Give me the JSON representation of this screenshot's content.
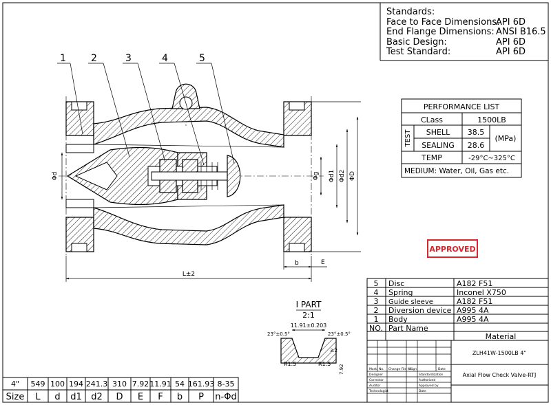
{
  "standards": {
    "heading": "Standards:",
    "rows": [
      {
        "label": "Face to Face Dimensions:",
        "value": "API 6D"
      },
      {
        "label": "End Flange Dimensions:",
        "value": "ANSI B16.5"
      },
      {
        "label": "Basic Design:",
        "value": "API 6D"
      },
      {
        "label": "Test Standard:",
        "value": "API 6D"
      }
    ]
  },
  "performance": {
    "title": "PERFORMANCE LIST",
    "class_label": "CLass",
    "class_value": "1500LB",
    "test_label": "TEST",
    "shell_label": "SHELL",
    "shell_value": "38.5",
    "sealing_label": "SEALING",
    "sealing_value": "28.6",
    "unit": "(MPa)",
    "temp_label": "TEMP",
    "temp_value": "-29°C~325°C",
    "medium": "MEDIUM:  Water, Oil, Gas etc."
  },
  "stamp": {
    "text": "APPROVED",
    "color": "#d9262c"
  },
  "balloons": [
    "1",
    "2",
    "3",
    "4",
    "5"
  ],
  "dimensions": {
    "od": "Φd",
    "og": "Φg",
    "od1": "Φd1",
    "od2": "Φd2",
    "oD": "ΦD",
    "L": "L±2",
    "b": "b",
    "E": "E"
  },
  "detail": {
    "title": "I PART",
    "scale": "2:1",
    "width_tol": "11.91±0.203",
    "angle_left": "23°±0.5°",
    "angle_right": "23°±0.5°",
    "r_left": "R1.5",
    "r_right": "R1.5",
    "depth": "3.2",
    "height": "7.92"
  },
  "parts": {
    "rows": [
      {
        "no": "5",
        "name": "Disc",
        "material": "A182 F51"
      },
      {
        "no": "4",
        "name": "Spring",
        "material": "Inconel X750"
      },
      {
        "no": "3",
        "name": "Guide sleeve",
        "material": "A182 F51"
      },
      {
        "no": "2",
        "name": "Diversion device",
        "material": "A995 4A"
      },
      {
        "no": "1",
        "name": "Body",
        "material": "A995 4A"
      }
    ],
    "header": {
      "no": "NO.",
      "name": "Part Name",
      "material": "Material"
    }
  },
  "title_block": {
    "drawing_no": "ZLH41W-1500LB  4\"",
    "drawing_name": "Axial Flow Check Valve-RTJ",
    "cols": [
      "Mark",
      "No.",
      "Change File No.",
      "Sign",
      "Date"
    ],
    "roles": [
      "Designer",
      "Corrector",
      "Auditor",
      "Technologist"
    ],
    "approvals": [
      "Standardization",
      "Authorized",
      "Approved by",
      "Date"
    ]
  },
  "size_table": {
    "values": [
      "4\"",
      "549",
      "100",
      "194",
      "241.3",
      "310",
      "7.92",
      "11.91",
      "54",
      "161.93",
      "8-35"
    ],
    "labels": [
      "Size",
      "L",
      "d",
      "d1",
      "d2",
      "D",
      "E",
      "F",
      "b",
      "P",
      "n-Φd"
    ]
  }
}
